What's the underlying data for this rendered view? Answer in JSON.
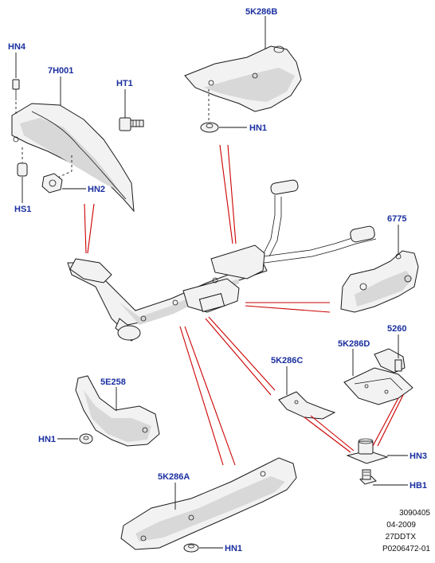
{
  "labels": {
    "hn4": "HN4",
    "h7h001": "7H001",
    "ht1": "HT1",
    "hs1": "HS1",
    "hn2": "HN2",
    "p5k286b": "5K286B",
    "hn1_top": "HN1",
    "p6775": "6775",
    "p5k286d": "5K286D",
    "p5260": "5260",
    "p5k286c": "5K286C",
    "p5e258": "5E258",
    "hn1_left": "HN1",
    "p5k286a": "5K286A",
    "hn1_bottom": "HN1",
    "hn3": "HN3",
    "hb1": "HB1"
  },
  "footer": [
    "3090405",
    "04-2009",
    "27DDTX",
    "P0206472-01"
  ],
  "colors": {
    "label": "#1a2fa0",
    "callout_line": "#cc0000",
    "line_art": "#1a1a1a"
  }
}
